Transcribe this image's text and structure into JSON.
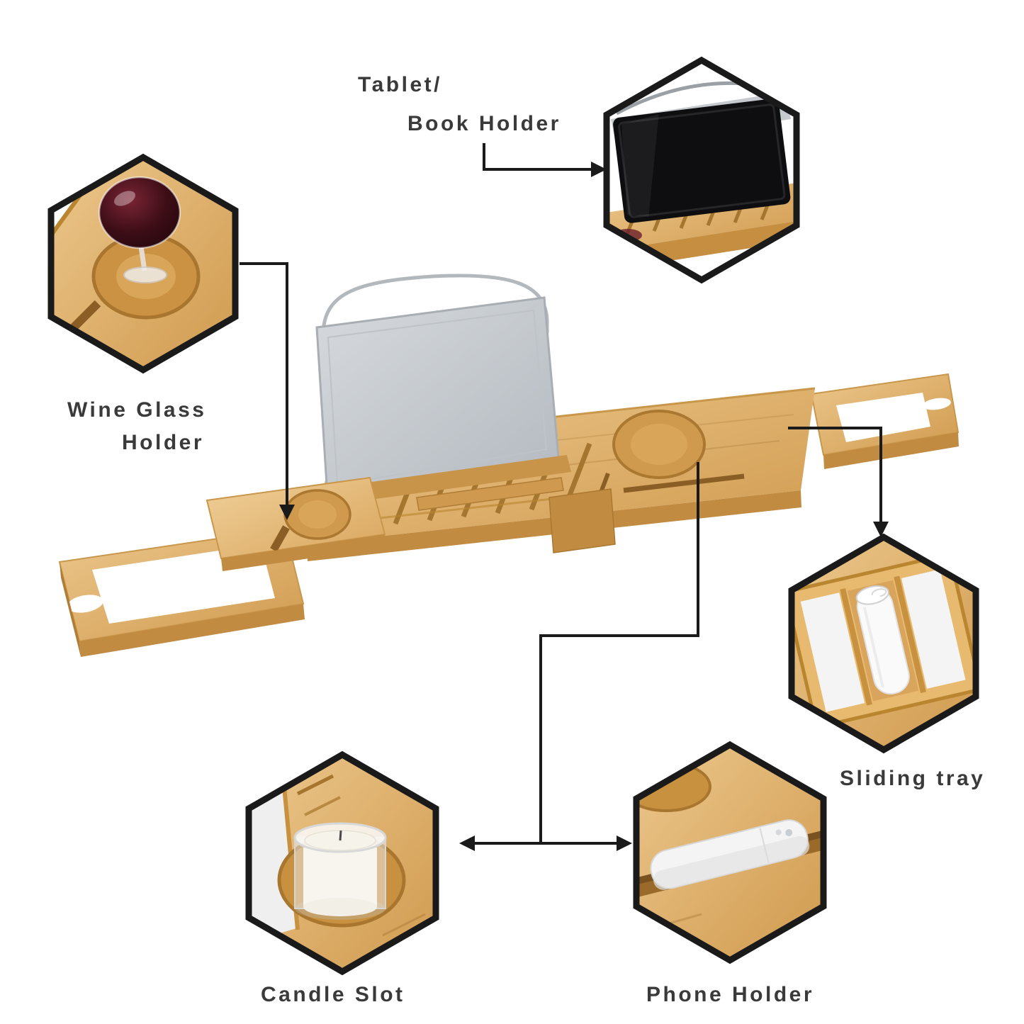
{
  "colors": {
    "background": "#ffffff",
    "outline_black": "#1a1a1a",
    "label_text": "#3a3a3a",
    "bamboo_light": "#eac488",
    "bamboo_mid": "#dca75f",
    "bamboo_dark": "#b9862f",
    "fabric_gray": "#c9cdd2",
    "wine_red": "#30090f",
    "tablet_black": "#0e0e10",
    "towel_white": "#fafafa"
  },
  "callouts": {
    "tablet_book_holder": {
      "line1": "Tablet/",
      "line2": "Book Holder"
    },
    "wine_glass_holder": {
      "line1": "Wine Glass",
      "line2": "Holder"
    },
    "sliding_tray": {
      "label": "Sliding tray"
    },
    "candle_slot": {
      "label": "Candle Slot"
    },
    "phone_holder": {
      "label": "Phone Holder"
    }
  }
}
